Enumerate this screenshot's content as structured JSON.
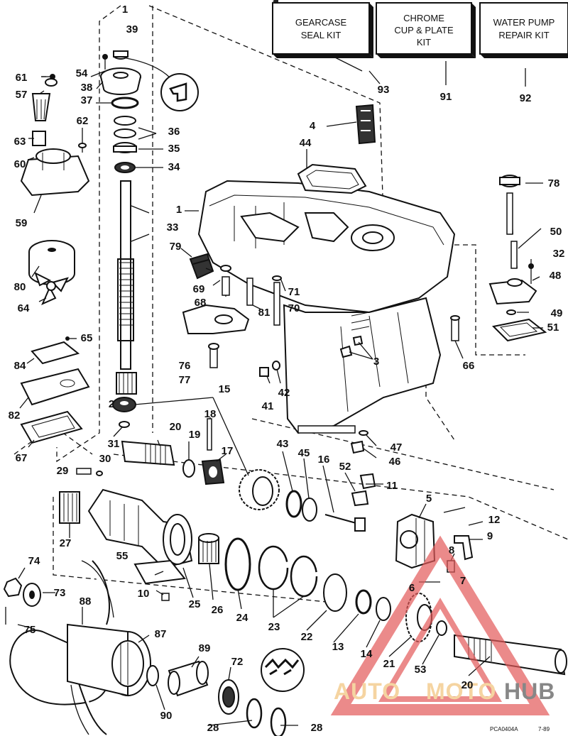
{
  "kits": [
    {
      "line1": "GEARCASE",
      "line2": "SEAL KIT",
      "line3": ""
    },
    {
      "line1": "CHROME",
      "line2": "CUP & PLATE",
      "line3": "KIT"
    },
    {
      "line1": "WATER PUMP",
      "line2": "REPAIR KIT",
      "line3": ""
    }
  ],
  "callouts": [
    "1",
    "39",
    "54",
    "38",
    "37",
    "36",
    "35",
    "34",
    "33",
    "61",
    "57",
    "63",
    "60",
    "62",
    "59",
    "80",
    "64",
    "65",
    "84",
    "82",
    "67",
    "29",
    "30",
    "31",
    "2",
    "93",
    "91",
    "92",
    "4",
    "44",
    "1",
    "79",
    "69",
    "68",
    "81",
    "71",
    "70",
    "76",
    "77",
    "41",
    "42",
    "3",
    "66",
    "78",
    "50",
    "32",
    "48",
    "49",
    "51",
    "47",
    "46",
    "15",
    "18",
    "20",
    "19",
    "17",
    "43",
    "45",
    "16",
    "52",
    "11",
    "5",
    "12",
    "9",
    "8",
    "6",
    "7",
    "27",
    "55",
    "10",
    "25",
    "26",
    "24",
    "23",
    "22",
    "13",
    "14",
    "21",
    "53",
    "20",
    "74",
    "73",
    "75",
    "88",
    "87",
    "89",
    "72",
    "90",
    "28",
    "28"
  ],
  "watermark": {
    "part1": "AUTO",
    "part2": "MOTO",
    "part3": "HUB"
  },
  "footer": {
    "code": "PCA0404A",
    "date": "7-89"
  }
}
